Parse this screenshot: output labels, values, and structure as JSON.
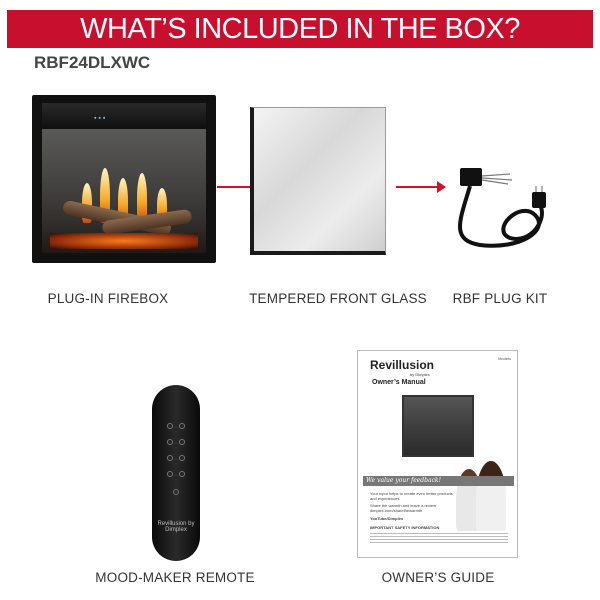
{
  "header": {
    "title": "WHAT’S INCLUDED IN THE BOX?",
    "model": "RBF24DLXWC",
    "accent": "#c8102e"
  },
  "items": [
    {
      "label": "PLUG-IN FIREBOX"
    },
    {
      "label": "TEMPERED FRONT GLASS"
    },
    {
      "label": "RBF PLUG KIT"
    },
    {
      "label": "MOOD-MAKER REMOTE",
      "brand": "Revillusion by Dimplex"
    },
    {
      "label": "OWNER’S GUIDE"
    }
  ],
  "manual": {
    "brand": "Revillusion",
    "by": "by Dimplex",
    "models": "Models",
    "title": "Owner’s Manual",
    "feedback": "We value your feedback!",
    "text1": "Your input helps to create even better products and experiences.",
    "text2": "Share the warmth and leave a review dimplex.com/sharethewarmth",
    "social": "YouTube/Dimplex",
    "safety": "IMPORTANT SAFETY INFORMATION"
  }
}
